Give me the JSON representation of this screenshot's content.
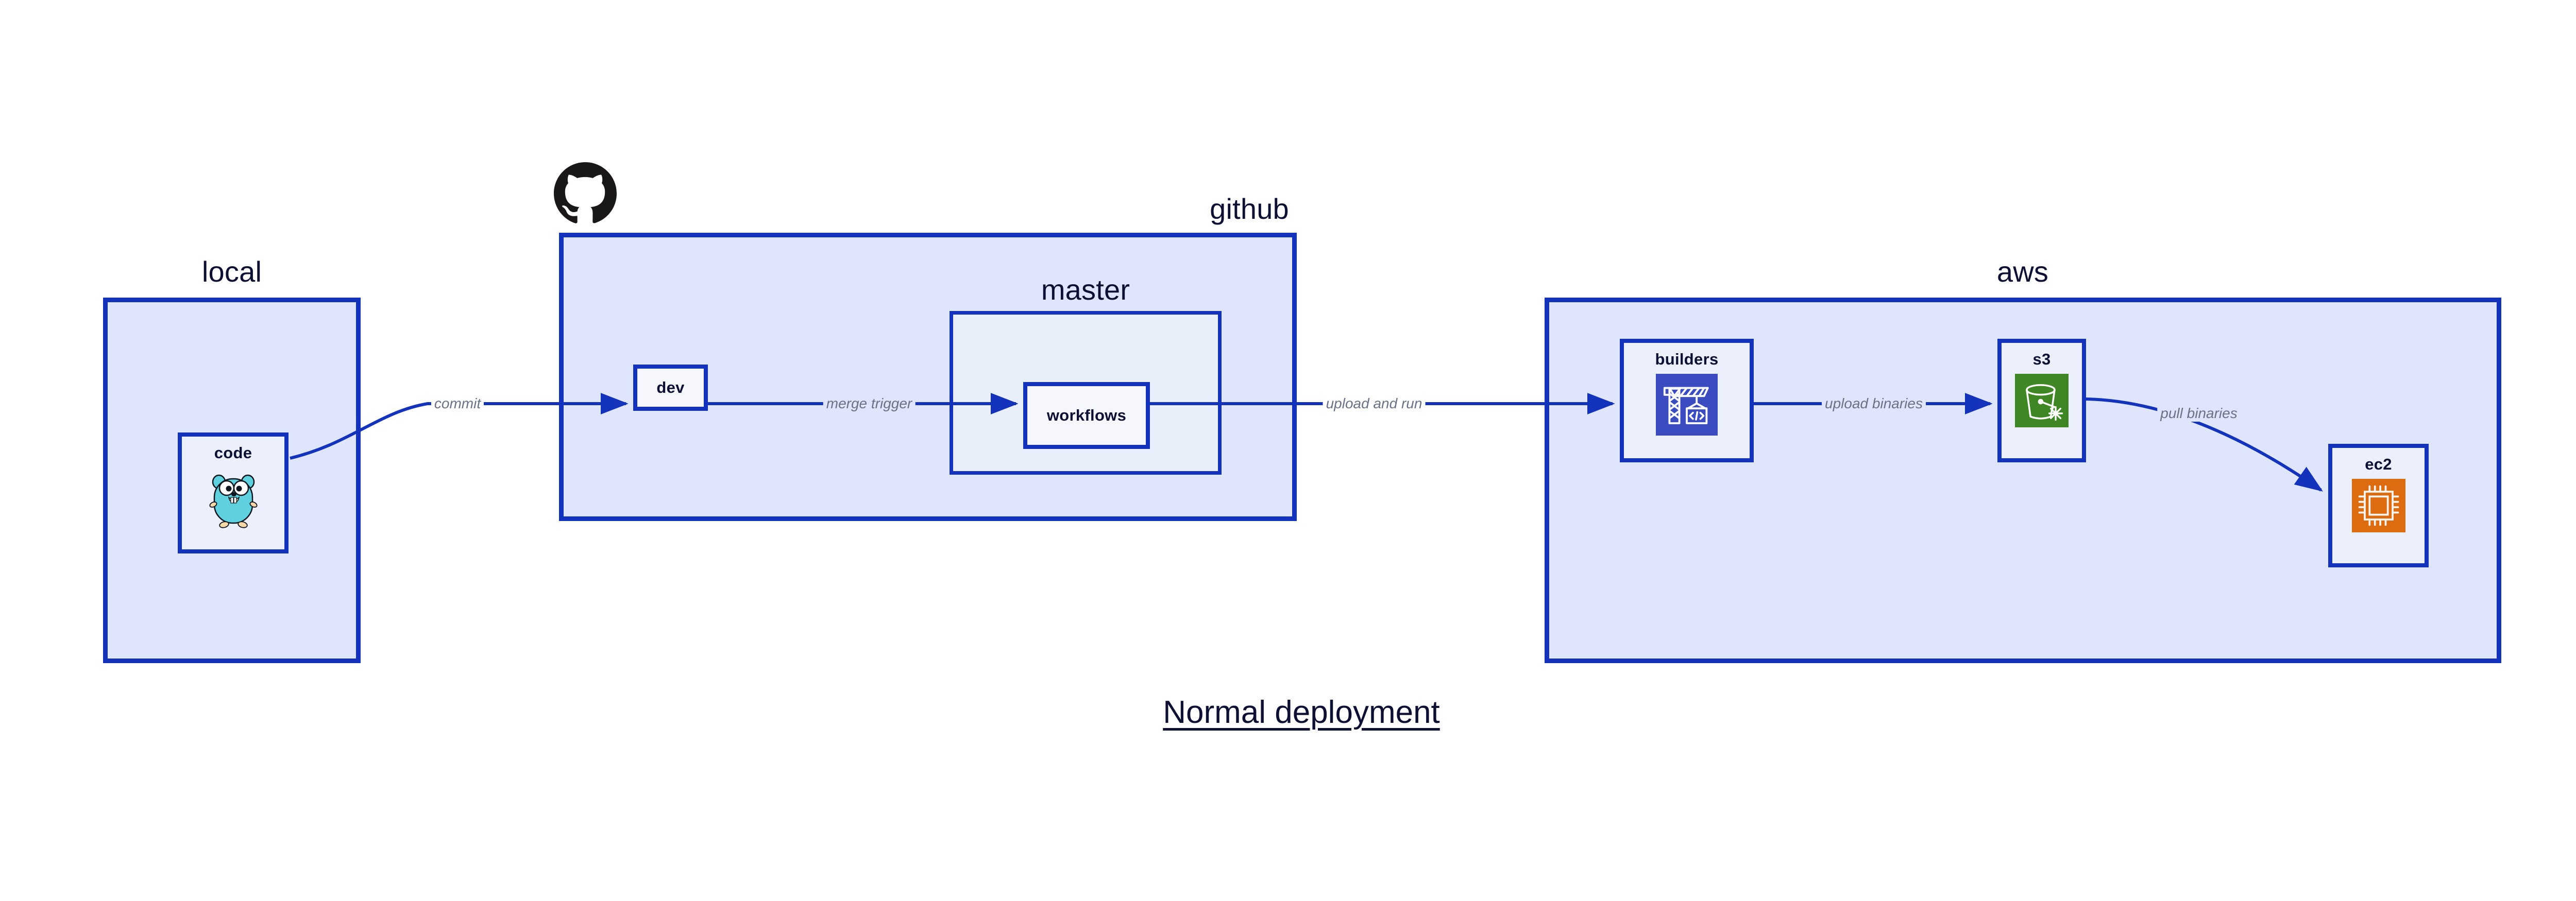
{
  "diagram": {
    "title": "Normal deployment",
    "background": "#ffffff",
    "accent_border": "#1433bd",
    "zone_fill": "#dfe5fa",
    "inner_zone_fill": "#e9eefb",
    "node_fill": "#eceffc",
    "label_color": "#6b7285",
    "text_color": "#0d1033"
  },
  "zones": [
    {
      "id": "local",
      "label": "local"
    },
    {
      "id": "github",
      "label": "github"
    },
    {
      "id": "master",
      "label": "master"
    },
    {
      "id": "aws",
      "label": "aws"
    }
  ],
  "nodes": [
    {
      "id": "code",
      "label": "code",
      "icon": "go-gopher-icon"
    },
    {
      "id": "dev",
      "label": "dev",
      "icon": "none"
    },
    {
      "id": "workflows",
      "label": "workflows",
      "icon": "none"
    },
    {
      "id": "builders",
      "label": "builders",
      "icon": "aws-crane-builder-icon",
      "icon_color": "#3b4cc0"
    },
    {
      "id": "s3",
      "label": "s3",
      "icon": "aws-s3-bucket-icon",
      "icon_color": "#3f8624"
    },
    {
      "id": "ec2",
      "label": "ec2",
      "icon": "aws-ec2-chip-icon",
      "icon_color": "#dd6b10"
    }
  ],
  "edges": [
    {
      "id": "commit",
      "label": "commit",
      "from": "code",
      "to": "dev"
    },
    {
      "id": "merge-trigger",
      "label": "merge trigger",
      "from": "dev",
      "to": "workflows"
    },
    {
      "id": "upload-and-run",
      "label": "upload and run",
      "from": "workflows",
      "to": "builders"
    },
    {
      "id": "upload-binaries",
      "label": "upload binaries",
      "from": "builders",
      "to": "s3"
    },
    {
      "id": "pull-binaries",
      "label": "pull binaries",
      "from": "s3",
      "to": "ec2"
    }
  ],
  "logos": [
    {
      "id": "github-logo",
      "icon": "github-octocat-icon",
      "color": "#191717"
    }
  ]
}
